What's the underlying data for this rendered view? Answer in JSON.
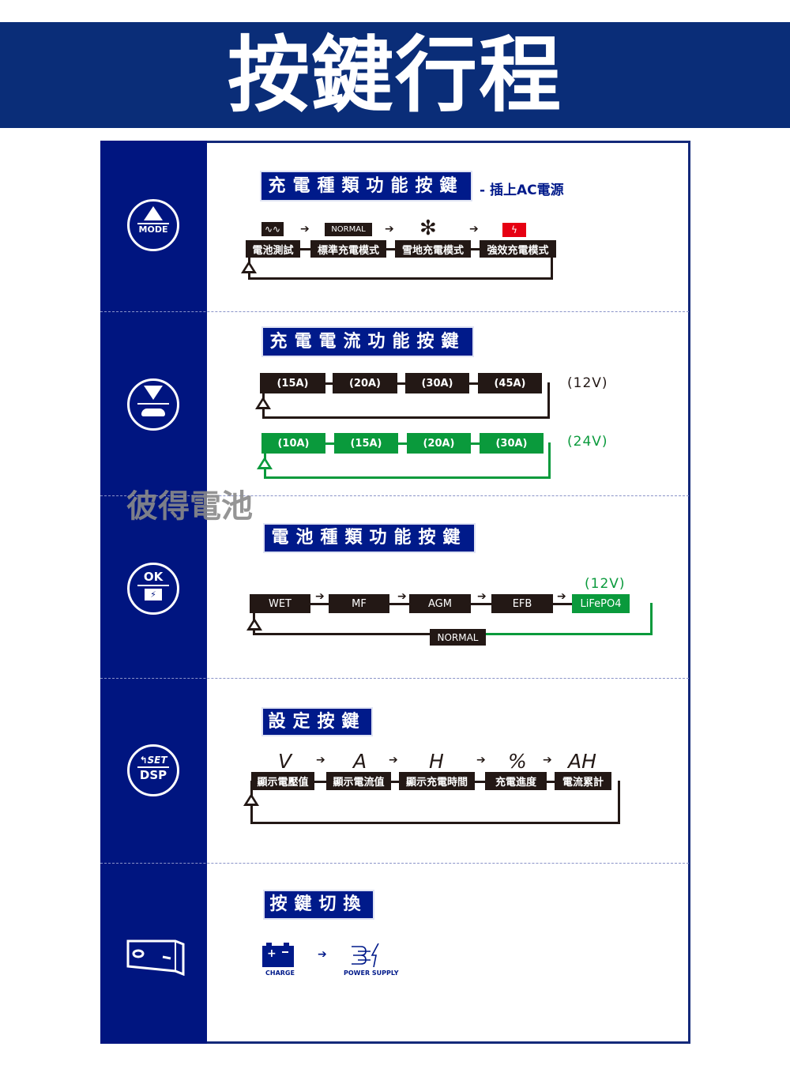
{
  "header": {
    "title": "按鍵行程"
  },
  "watermark": "彼得電池",
  "buttons": {
    "mode": "MODE",
    "ok": "OK",
    "set": "SET",
    "dsp": "DSP"
  },
  "section1": {
    "title": "充電種類功能按鍵",
    "note": "- 插上AC電源",
    "icon_normal": "NORMAL",
    "steps": [
      "電池測試",
      "標準充電模式",
      "雪地充電模式",
      "強效充電模式"
    ],
    "icons": [
      "battery-test-icon",
      "normal-battery-icon",
      "snowflake-icon",
      "boost-battery-icon"
    ]
  },
  "section2": {
    "title": "充電電流功能按鍵",
    "row12v": {
      "label": "(12V)",
      "steps": [
        "(15A)",
        "(20A)",
        "(30A)",
        "(45A)"
      ]
    },
    "row24v": {
      "label": "(24V)",
      "steps": [
        "(10A)",
        "(15A)",
        "(20A)",
        "(30A)"
      ]
    }
  },
  "section3": {
    "title": "電池種類功能按鍵",
    "label": "(12V)",
    "steps": [
      "WET",
      "MF",
      "AGM",
      "EFB",
      "LiFePO4"
    ],
    "return": "NORMAL"
  },
  "section4": {
    "title": "設定按鍵",
    "symbols": [
      "V",
      "A",
      "H",
      "%",
      "AH"
    ],
    "steps": [
      "顯示電壓值",
      "顯示電流值",
      "顯示充電時間",
      "充電進度",
      "電流累計"
    ]
  },
  "section5": {
    "title": "按鍵切換",
    "charge": "CHARGE",
    "power": "POWER SUPPLY"
  },
  "colors": {
    "navy": "#001580",
    "green": "#0a9a3c",
    "red": "#e60012"
  }
}
